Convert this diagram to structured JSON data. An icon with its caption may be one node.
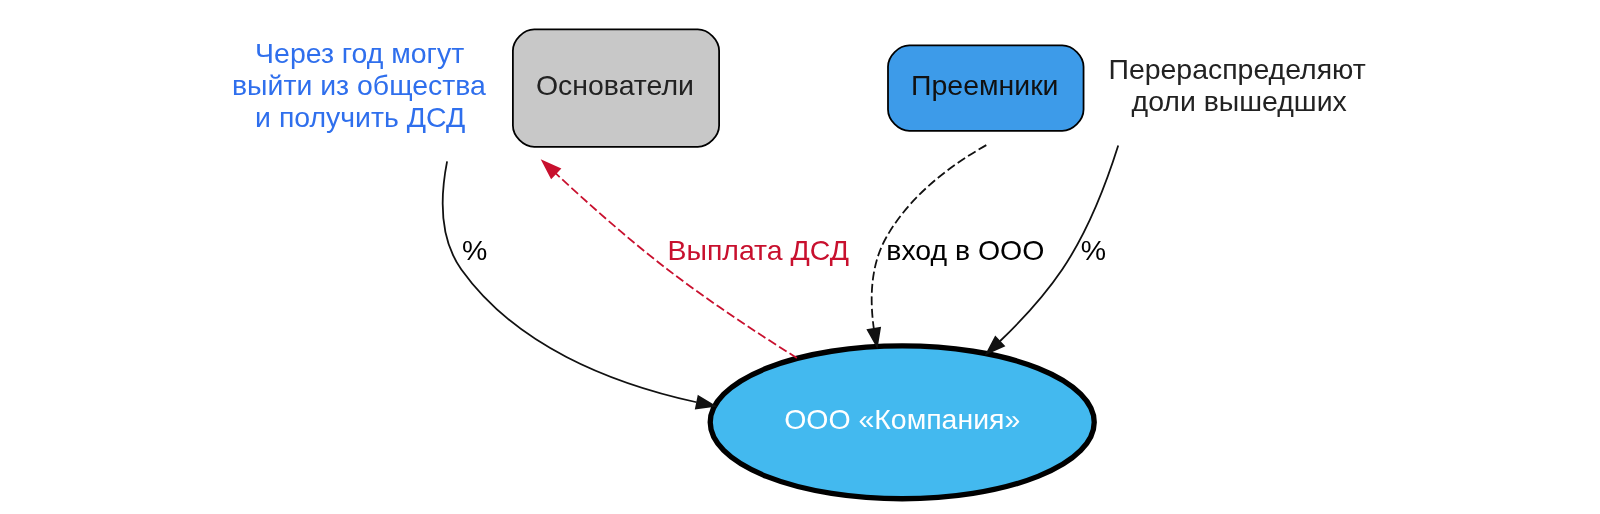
{
  "diagram": {
    "nodes": [
      {
        "text": [
          "Основатели"
        ],
        "beside": [
          "Через год могут выйти из общества и получить ДСД"
        ]
      },
      {
        "text": [
          "Преемники"
        ],
        "beside": [
          "Перераспределяют доли вышедших"
        ]
      },
      {
        "text": [
          "ООО «Компания»"
        ]
      }
    ],
    "edges": [
      {
        "from": 1,
        "to": 2,
        "arrow": "to",
        "label": "вход в ООО",
        "style": "dashed"
      },
      {
        "from": 0,
        "to": 2,
        "arrow": "to",
        "label": "%"
      },
      {
        "from": 1,
        "to": 2,
        "arrow": "to",
        "label": "%"
      },
      {
        "from": 2,
        "to": 0,
        "arrow": "to",
        "label": "Выплата ДСД",
        "style": "dashed",
        "color": "#c8102e"
      }
    ]
  }
}
